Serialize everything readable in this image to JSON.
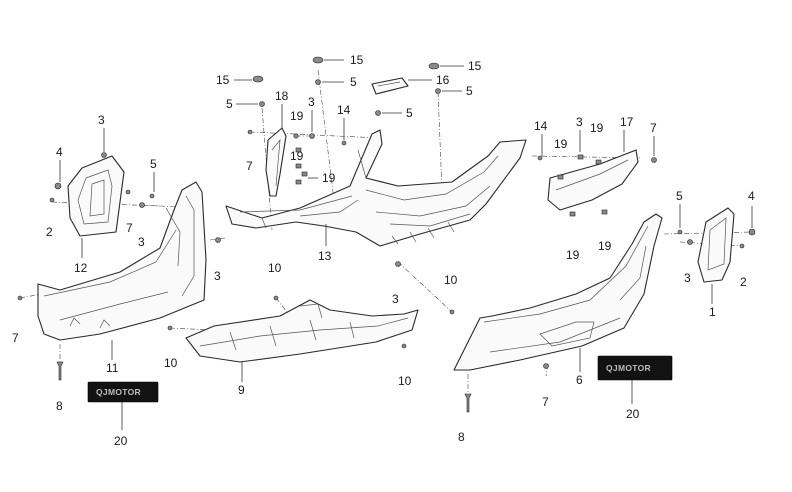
{
  "callouts": [
    {
      "id": "c15a",
      "text": "15"
    },
    {
      "id": "c5a",
      "text": "5"
    },
    {
      "id": "c18",
      "text": "18"
    },
    {
      "id": "c15b",
      "text": "15"
    },
    {
      "id": "c5b",
      "text": "5"
    },
    {
      "id": "c16",
      "text": "16"
    },
    {
      "id": "c15c",
      "text": "15"
    },
    {
      "id": "c5c",
      "text": "5"
    },
    {
      "id": "c3a",
      "text": "3"
    },
    {
      "id": "c14a",
      "text": "14"
    },
    {
      "id": "c5d",
      "text": "5"
    },
    {
      "id": "c19a",
      "text": "19"
    },
    {
      "id": "c7a",
      "text": "7"
    },
    {
      "id": "c19b",
      "text": "19"
    },
    {
      "id": "c19c",
      "text": "19"
    },
    {
      "id": "c3b",
      "text": "3"
    },
    {
      "id": "c4a",
      "text": "4"
    },
    {
      "id": "c5e",
      "text": "5"
    },
    {
      "id": "c2a",
      "text": "2"
    },
    {
      "id": "c7b",
      "text": "7"
    },
    {
      "id": "c3c",
      "text": "3"
    },
    {
      "id": "c12",
      "text": "12"
    },
    {
      "id": "c13",
      "text": "13"
    },
    {
      "id": "c3d",
      "text": "3"
    },
    {
      "id": "c14b",
      "text": "14"
    },
    {
      "id": "c3e",
      "text": "3"
    },
    {
      "id": "c19d",
      "text": "19"
    },
    {
      "id": "c17",
      "text": "17"
    },
    {
      "id": "c7c",
      "text": "7"
    },
    {
      "id": "c19e",
      "text": "19"
    },
    {
      "id": "c19f",
      "text": "19"
    },
    {
      "id": "c19g",
      "text": "19"
    },
    {
      "id": "c5f",
      "text": "5"
    },
    {
      "id": "c4b",
      "text": "4"
    },
    {
      "id": "c3f",
      "text": "3"
    },
    {
      "id": "c2b",
      "text": "2"
    },
    {
      "id": "c1",
      "text": "1"
    },
    {
      "id": "c10a",
      "text": "10"
    },
    {
      "id": "c10b",
      "text": "10"
    },
    {
      "id": "c3g",
      "text": "3"
    },
    {
      "id": "c7d",
      "text": "7"
    },
    {
      "id": "c11",
      "text": "11"
    },
    {
      "id": "c10c",
      "text": "10"
    },
    {
      "id": "c9",
      "text": "9"
    },
    {
      "id": "c10d",
      "text": "10"
    },
    {
      "id": "c6",
      "text": "6"
    },
    {
      "id": "c7e",
      "text": "7"
    },
    {
      "id": "c8a",
      "text": "8"
    },
    {
      "id": "c20a",
      "text": "20"
    },
    {
      "id": "c8b",
      "text": "8"
    },
    {
      "id": "c20b",
      "text": "20"
    }
  ],
  "badges": [
    {
      "id": "badge-left",
      "text": "QJMOTOR"
    },
    {
      "id": "badge-right",
      "text": "QJMOTOR"
    }
  ]
}
